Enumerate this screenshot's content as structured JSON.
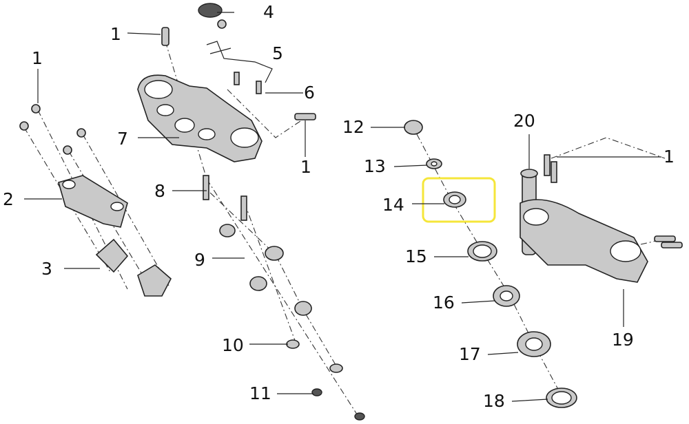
{
  "diagram": {
    "highlight_color": "#f5e63a",
    "callouts": [
      {
        "id": "c1a",
        "text": "1"
      },
      {
        "id": "c4",
        "text": "4"
      },
      {
        "id": "c5",
        "text": "5"
      },
      {
        "id": "c6",
        "text": "6"
      },
      {
        "id": "c7",
        "text": "7"
      },
      {
        "id": "c1b",
        "text": "1"
      },
      {
        "id": "c1c",
        "text": "1"
      },
      {
        "id": "c2",
        "text": "2"
      },
      {
        "id": "c3",
        "text": "3"
      },
      {
        "id": "c8",
        "text": "8"
      },
      {
        "id": "c9",
        "text": "9"
      },
      {
        "id": "c10",
        "text": "10"
      },
      {
        "id": "c11",
        "text": "11"
      },
      {
        "id": "c12",
        "text": "12"
      },
      {
        "id": "c13",
        "text": "13"
      },
      {
        "id": "c14",
        "text": "14"
      },
      {
        "id": "c15",
        "text": "15"
      },
      {
        "id": "c16",
        "text": "16"
      },
      {
        "id": "c17",
        "text": "17"
      },
      {
        "id": "c18",
        "text": "18"
      },
      {
        "id": "c20",
        "text": "20"
      },
      {
        "id": "c1d",
        "text": "1"
      },
      {
        "id": "c19",
        "text": "19"
      }
    ]
  }
}
